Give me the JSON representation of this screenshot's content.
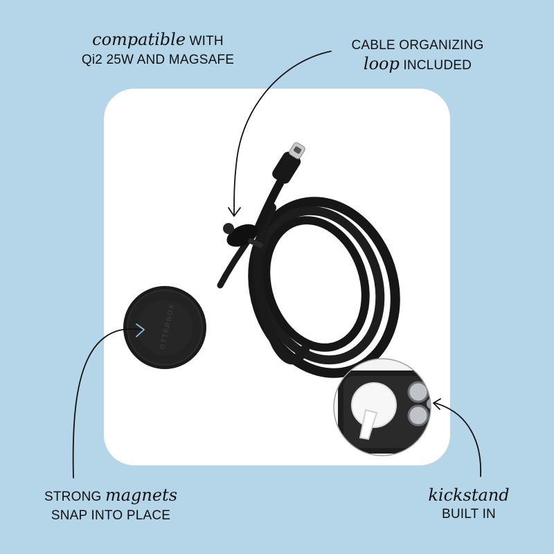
{
  "callouts": {
    "compatible": {
      "italic": "compatible",
      "rest": " WITH",
      "line2": "Qi2 25W AND MAGSAFE"
    },
    "loop": {
      "line1": "CABLE ORGANIZING",
      "italic": "loop",
      "rest": " INCLUDED"
    },
    "magnets": {
      "prefix": "STRONG ",
      "italic": "magnets",
      "line2": "SNAP INTO PLACE"
    },
    "kickstand": {
      "italic": "kickstand",
      "line2": "BUILT IN"
    }
  },
  "product": {
    "brand": "OTTERBOX"
  },
  "colors": {
    "background": "#b4d6e8",
    "panel": "#ffffff",
    "product": "#161616",
    "arrow": "#111111",
    "accent_arrow": "#8fc3dd"
  }
}
